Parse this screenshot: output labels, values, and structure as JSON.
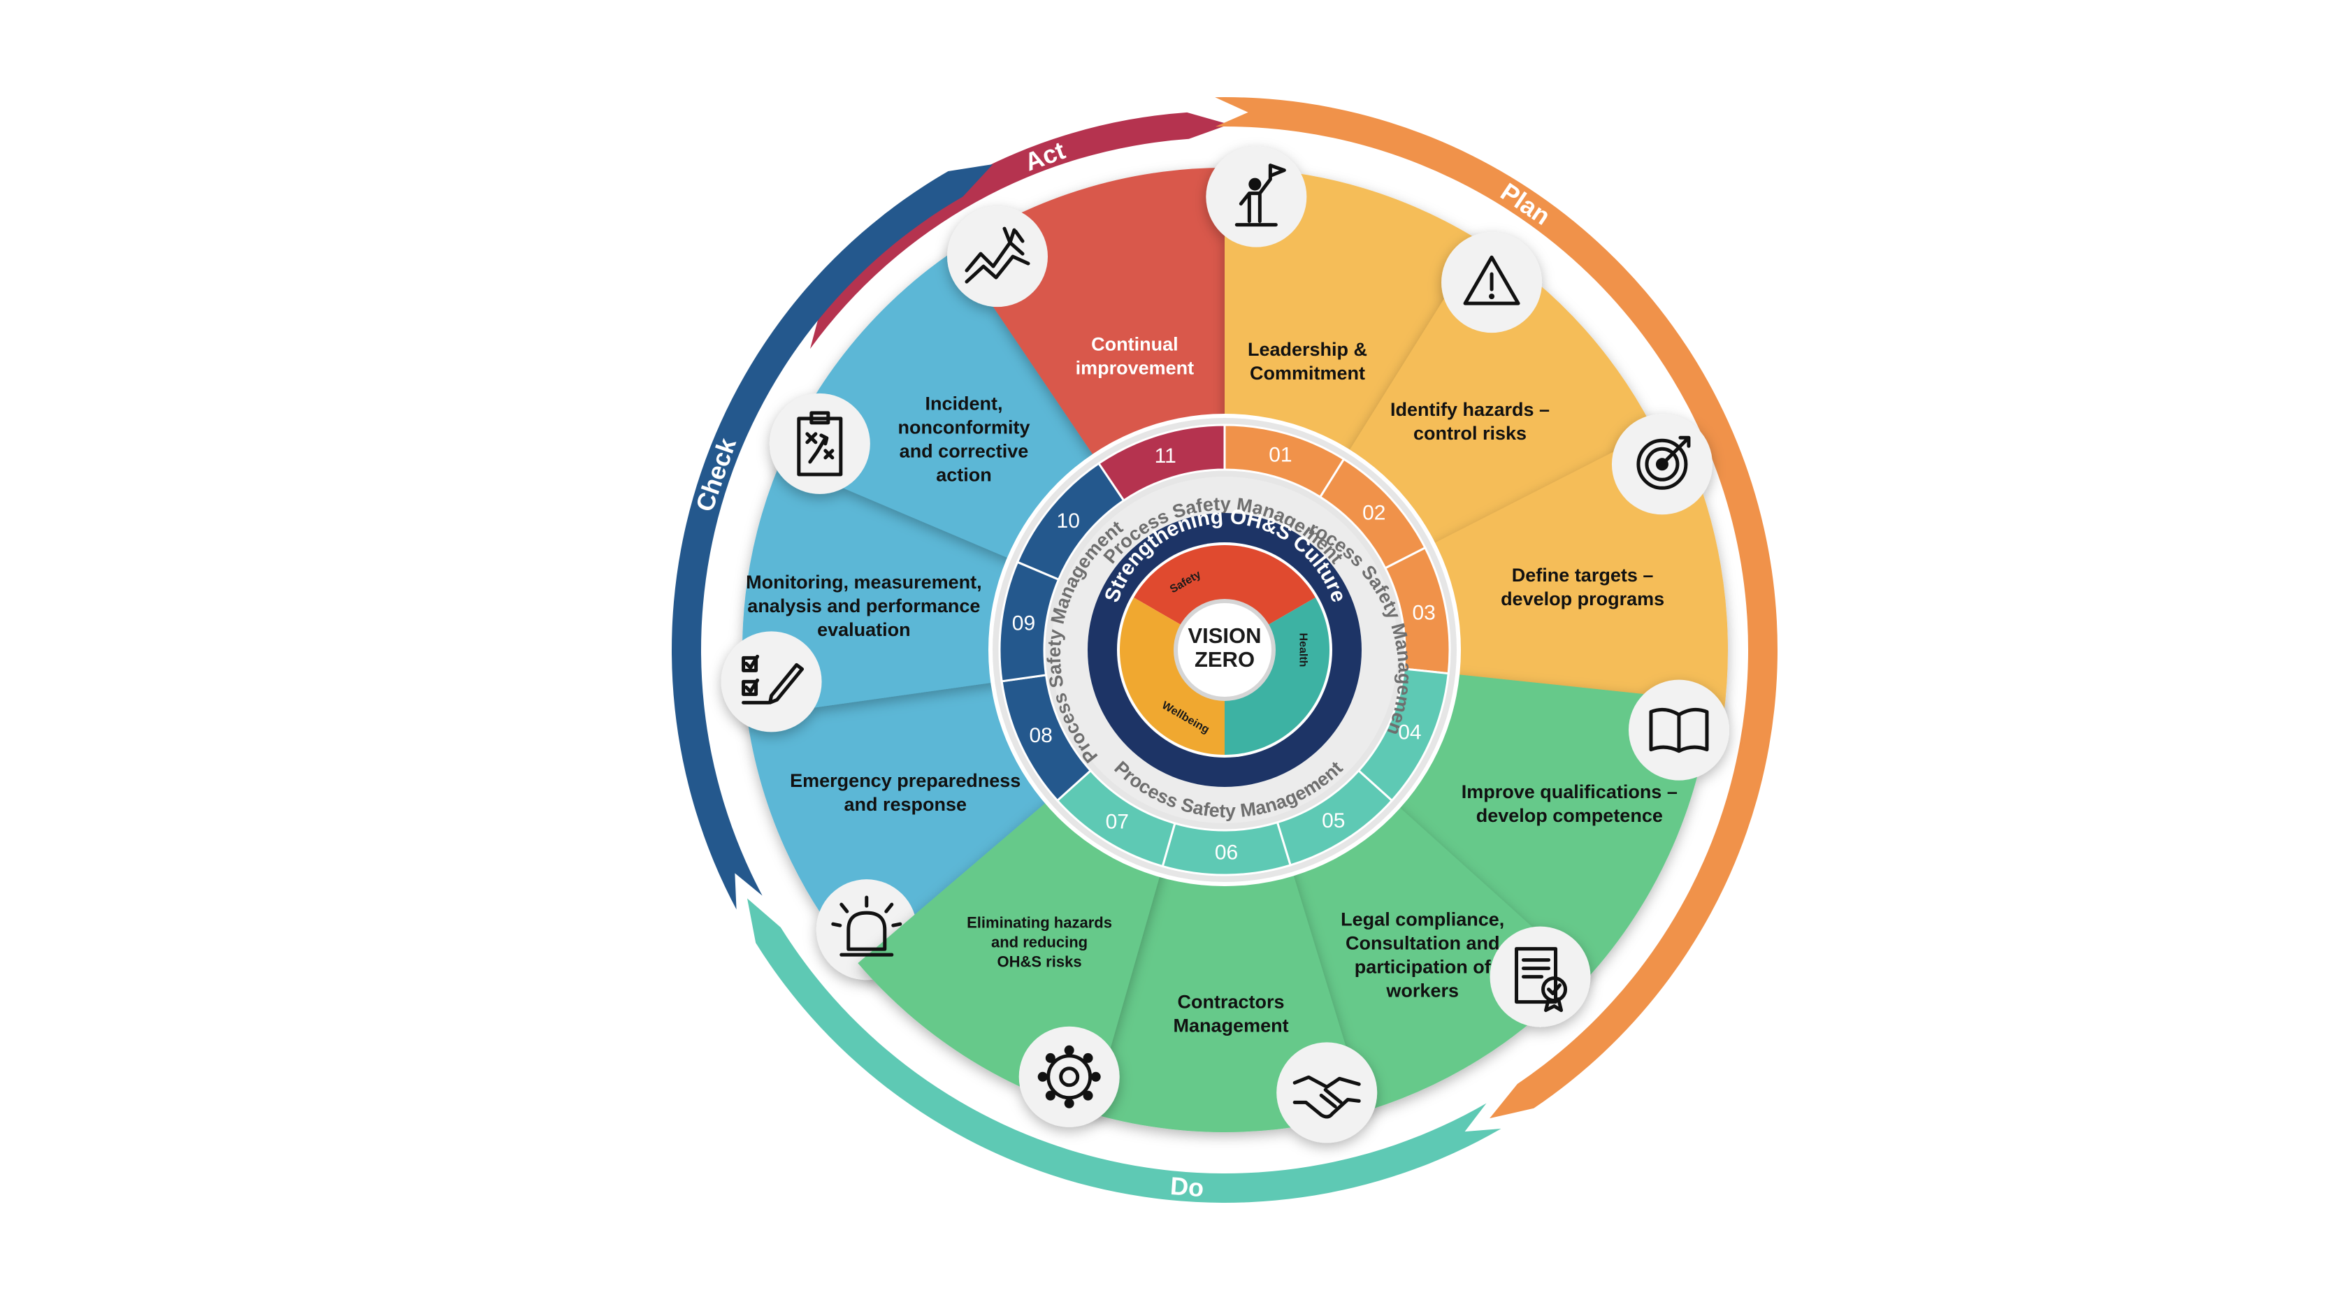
{
  "phases": {
    "act": {
      "label": "Act",
      "color": "#b5334f"
    },
    "plan": {
      "label": "Plan",
      "color": "#f0924a"
    },
    "do": {
      "label": "Do",
      "color": "#5ec9b4"
    },
    "check": {
      "label": "Check",
      "color": "#24588d"
    }
  },
  "segments": [
    {
      "num": "01",
      "lines": [
        "Leadership &",
        "Commitment"
      ],
      "icon": "leadership-flag-icon",
      "color": "#f5bd59"
    },
    {
      "num": "02",
      "lines": [
        "Identify hazards –",
        "control risks"
      ],
      "icon": "warning-triangle-icon",
      "color": "#f5bd59"
    },
    {
      "num": "03",
      "lines": [
        "Define targets –",
        "develop programs"
      ],
      "icon": "target-icon",
      "color": "#f5bd59"
    },
    {
      "num": "04",
      "lines": [
        "Improve qualifications –",
        "develop competence"
      ],
      "icon": "book-icon",
      "color": "#66c98a"
    },
    {
      "num": "05",
      "lines": [
        "Legal compliance,",
        "Consultation and",
        "participation of",
        "workers"
      ],
      "icon": "certificate-icon",
      "color": "#66c98a"
    },
    {
      "num": "06",
      "lines": [
        "Contractors",
        "Management"
      ],
      "icon": "handshake-icon",
      "color": "#66c98a"
    },
    {
      "num": "07",
      "lines": [
        "Eliminating hazards",
        "and reducing",
        "OH&S risks"
      ],
      "icon": "gear-icon",
      "color": "#66c98a"
    },
    {
      "num": "08",
      "lines": [
        "Emergency preparedness",
        "and response"
      ],
      "icon": "alarm-light-icon",
      "color": "#5bb7d6"
    },
    {
      "num": "09",
      "lines": [
        "Monitoring, measurement,",
        "analysis and performance",
        "evaluation"
      ],
      "icon": "checklist-pen-icon",
      "color": "#5bb7d6"
    },
    {
      "num": "10",
      "lines": [
        "Incident,",
        "nonconformity",
        "and corrective",
        "action"
      ],
      "icon": "strategy-clipboard-icon",
      "color": "#5bb7d6"
    },
    {
      "num": "11",
      "lines": [
        "Continual",
        "improvement"
      ],
      "icon": "growth-chart-icon",
      "color": "#d9594b"
    }
  ],
  "ring_number_colors": [
    "#f0924a",
    "#f0924a",
    "#f0924a",
    "#5ec9b4",
    "#5ec9b4",
    "#5ec9b4",
    "#5ec9b4",
    "#24588d",
    "#24588d",
    "#24588d",
    "#b5334f"
  ],
  "inner_ring_top": "Process Safety Management",
  "inner_ring_right": "Process Safety Management",
  "inner_ring_bottom": "Process Safety Management",
  "inner_ring_left": "Process Safety Management",
  "culture_label": "Strengthening OH&S Culture",
  "core_sections": [
    {
      "label": "Safety",
      "color": "#e04a2f"
    },
    {
      "label": "Health",
      "color": "#3db2a3"
    },
    {
      "label": "Wellbeing",
      "color": "#f0a830"
    }
  ],
  "center": {
    "line1": "VISION",
    "line2": "ZERO"
  },
  "colors": {
    "ring_grey": "#e6e6e6",
    "culture_navy": "#1d3466",
    "core_ring": "#1f3670"
  }
}
